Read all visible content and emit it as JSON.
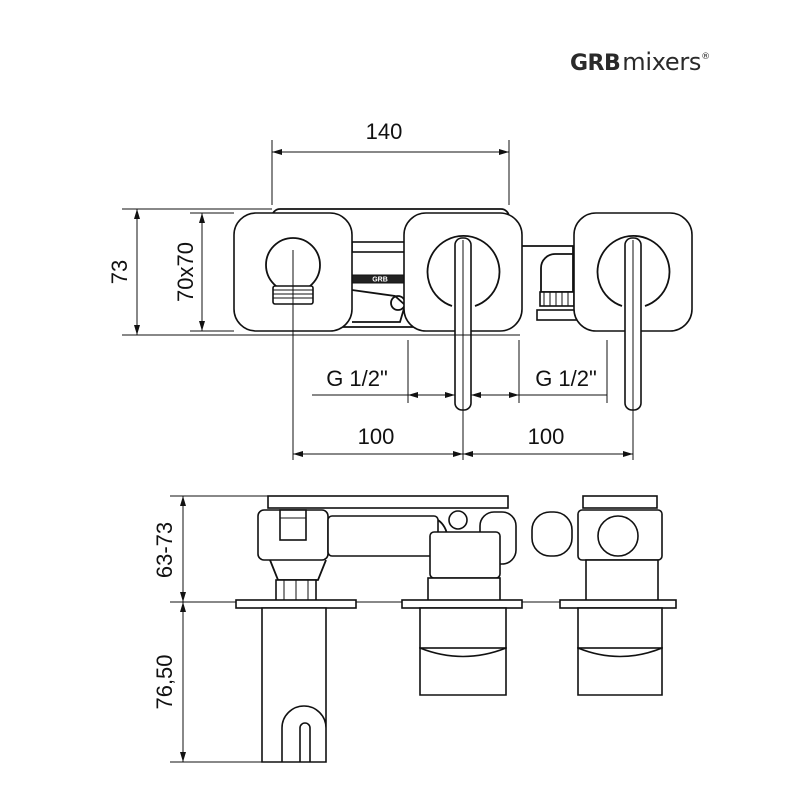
{
  "brand": {
    "bold": "GRB",
    "light": "mixers",
    "mark": "®"
  },
  "dimensions": {
    "top_width": "140",
    "height": "73",
    "plate": "70x70",
    "thread_left": "G 1/2\"",
    "thread_right": "G 1/2\"",
    "spacing_left": "100",
    "spacing_right": "100",
    "depth": "63-73",
    "projection": "76,50"
  }
}
